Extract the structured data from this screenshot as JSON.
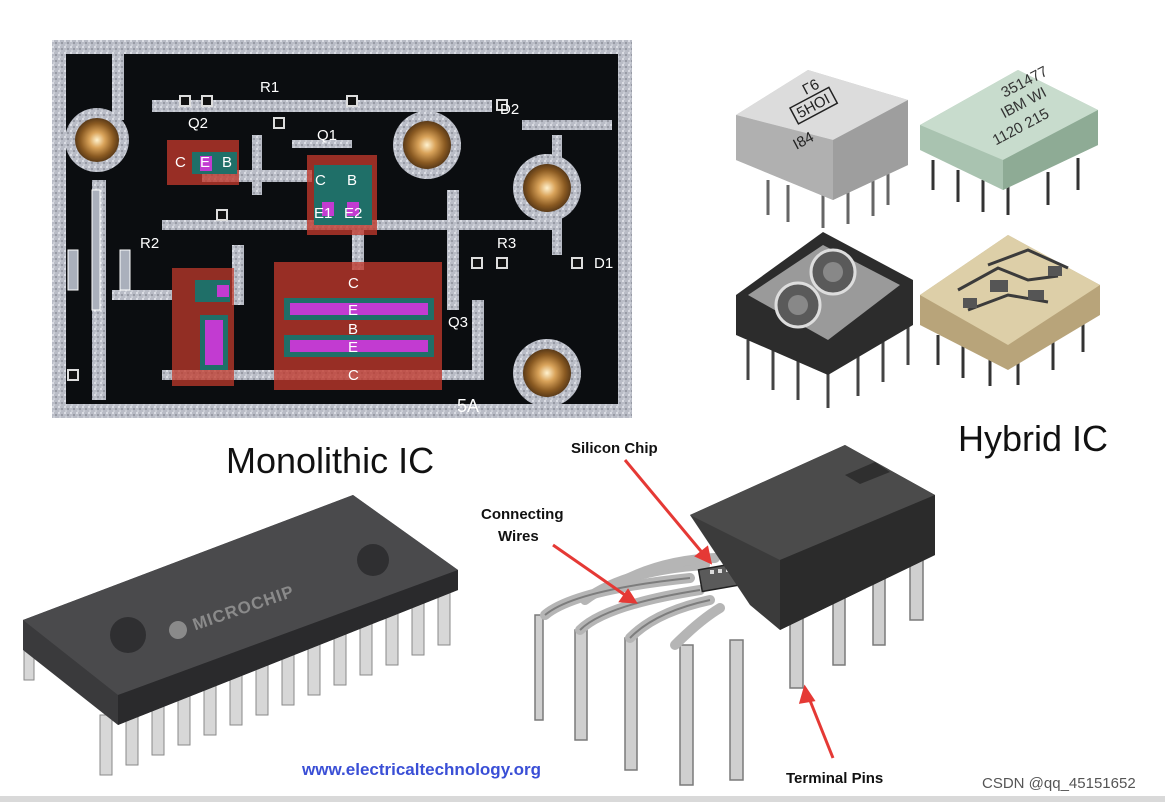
{
  "die_labels": {
    "r1": "R1",
    "r2": "R2",
    "r3": "R3",
    "q1": "Q1",
    "q2": "Q2",
    "q3": "Q3",
    "d1": "D1",
    "d2": "D2",
    "q2_c": "C",
    "q2_e": "E",
    "q2_b": "B",
    "q1_c": "C",
    "q1_b": "B",
    "q1_e1": "E1",
    "q1_e2": "E2",
    "q3_c_top": "C",
    "q3_e_top": "E",
    "q3_b": "B",
    "q3_e_bottom": "E",
    "q3_c_bottom": "C",
    "die_id": "5A"
  },
  "hybrid_chips": {
    "chip1_line1": "Г6",
    "chip1_line2": "5HOI",
    "chip1_line3": "I84",
    "chip2_line1": "351477",
    "chip2_line2": "IBM WI",
    "chip2_line3": "1120 215"
  },
  "dip_chip": {
    "brand": "MICROCHIP"
  },
  "captions": {
    "monolithic": "Monolithic IC",
    "hybrid": "Hybrid IC",
    "silicon_chip": "Silicon Chip",
    "connecting_wires_1": "Connecting",
    "connecting_wires_2": "Wires",
    "terminal_pins": "Terminal Pins",
    "url": "www.electricaltechnology.org",
    "watermark": "CSDN @qq_45151652"
  },
  "colors": {
    "accent_red": "#e53935",
    "url_blue": "#3a4fd6"
  }
}
